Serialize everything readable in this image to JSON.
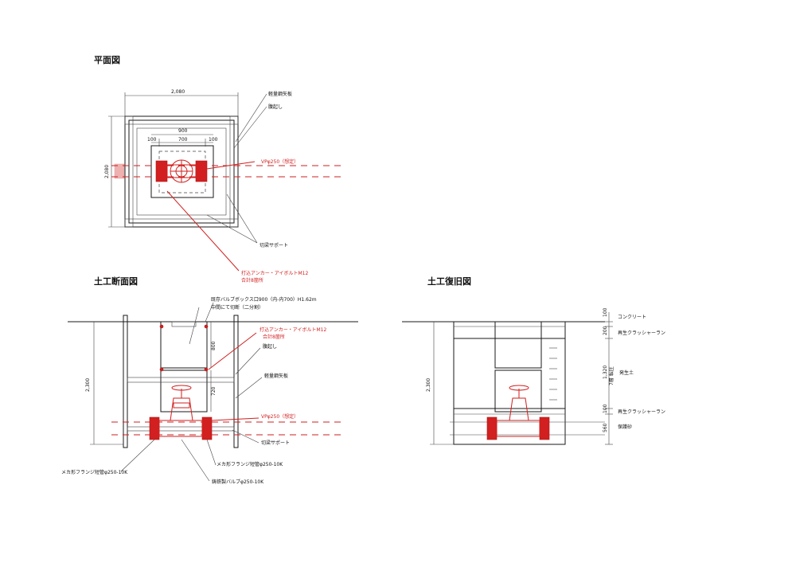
{
  "titles": {
    "plan": "平面図",
    "section": "土工断面図",
    "restore": "土工復旧図"
  },
  "plan": {
    "dim_width": "2,080",
    "dim_height": "2,080",
    "dim_900": "900",
    "dim_700": "700",
    "dim_100_left": "100",
    "dim_100_right": "100",
    "label_yaita": "軽量鋼矢板",
    "label_haraokoshi": "腹起し",
    "label_vp": "VPφ250（想定）",
    "label_kiribari": "切梁サポート",
    "label_anchor": "打込アンカー・アイボルトM12",
    "label_anchor_total": "合計8箇所"
  },
  "section": {
    "label_existing_box": "既存バルブボックス口900（内-内700）H1.62m",
    "label_cut": "中間にて切断（二分割）",
    "label_anchor": "打込アンカー・アイボルトM12",
    "label_anchor_total": "合計8箇所",
    "label_haraokoshi": "腹起し",
    "label_yaita": "軽量鋼矢板",
    "label_vp": "VPφ250（想定）",
    "label_kiribari": "切梁サポート",
    "label_mega_left": "メカ形フランジ短管φ250-10K",
    "label_mega_right": "メカ形フランジ短管φ250-10K",
    "label_valve": "鋳鉄製バルブφ250-10K",
    "dim_total": "2,300",
    "dim_800": "800",
    "dim_720": "720"
  },
  "restore": {
    "dim_total": "2,300",
    "dim_100_top": "100",
    "dim_200": "200",
    "dim_1320": "1,320",
    "dim_100_mid": "100",
    "dim_560": "560",
    "side_note": "7層 転圧",
    "label_concrete": "コンクリート",
    "label_crusher_top": "再生クラッシャーラン",
    "label_soil": "発生土",
    "label_crusher_bottom": "再生クラッシャーラン",
    "label_protect_sand": "保護砂"
  }
}
